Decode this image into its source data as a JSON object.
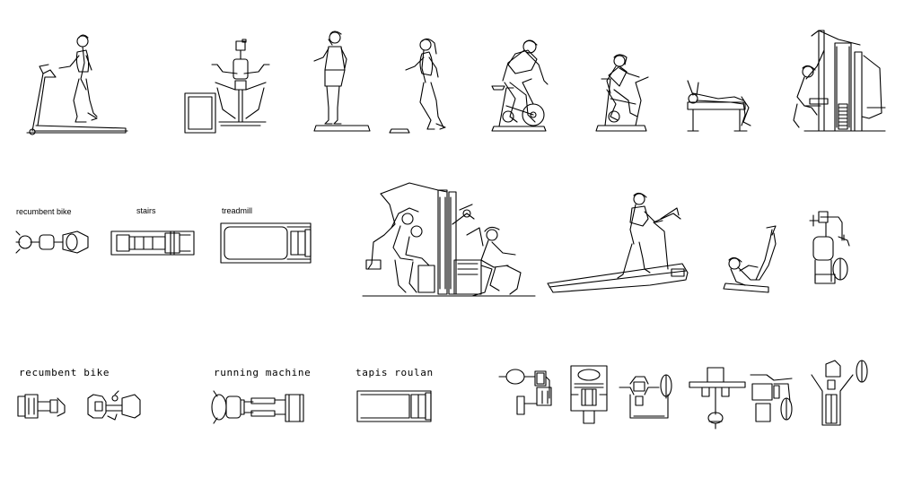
{
  "labels": {
    "recumbent_bike_small": "recumbent bike",
    "stairs": "stairs",
    "treadmill": "treadmill",
    "recumbent_bike_large": "recumbent bike",
    "running_machine": "running machine",
    "tapis_roulant": "tapis roulan"
  },
  "colors": {
    "line": "#000000",
    "background": "#ffffff"
  }
}
